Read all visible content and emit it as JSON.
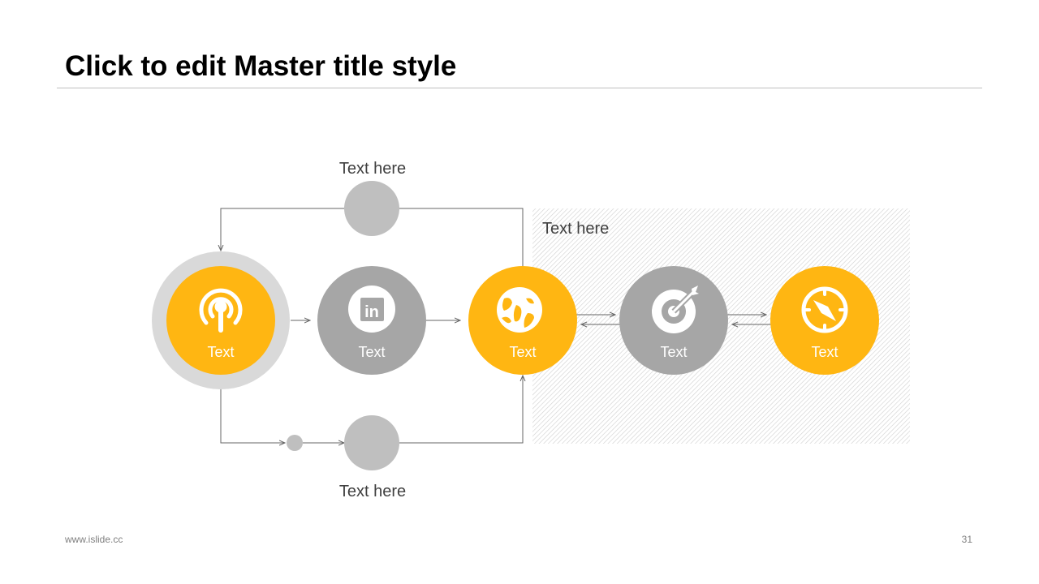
{
  "slide": {
    "title": "Click to edit Master title style",
    "footer_url": "www.islide.cc",
    "page_number": "31"
  },
  "diagram": {
    "top_label": "Text here",
    "bottom_label": "Text here",
    "region_label": "Text here",
    "nodes": [
      {
        "label": "Text",
        "icon": "podcast-icon",
        "color": "#FFB612"
      },
      {
        "label": "Text",
        "icon": "linkedin-icon",
        "color": "#A6A6A6"
      },
      {
        "label": "Text",
        "icon": "globe-icon",
        "color": "#FFB612"
      },
      {
        "label": "Text",
        "icon": "target-icon",
        "color": "#A6A6A6"
      },
      {
        "label": "Text",
        "icon": "compass-icon",
        "color": "#FFB612"
      }
    ]
  }
}
